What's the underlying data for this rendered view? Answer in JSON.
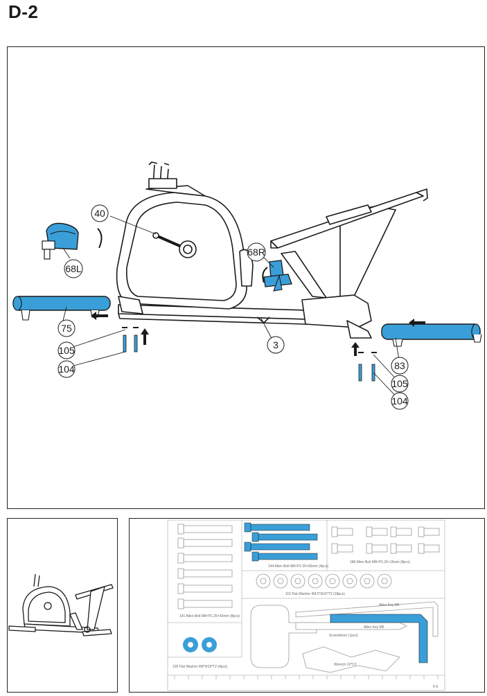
{
  "step": {
    "title": "D-2"
  },
  "callouts": {
    "c40": "40",
    "c68l": "68L",
    "c68r": "68R",
    "c75": "75",
    "c105a": "105",
    "c104a": "104",
    "c3": "3",
    "c83": "83",
    "c105b": "105",
    "c104b": "104"
  },
  "parts": {
    "p141": "141  Allen Bolt  M8×P1.25×42mm  (8pcs)",
    "p144": "144  Allen Bolt  M8×P1.25×60mm  (4pcs)",
    "p180": "180  Allen Bolt  M8×P1.25×16mm  (8pcs)",
    "p115": "115  Flat Washer Φ8.5*Φ16*T2  (18pcs)",
    "p105": "105  Flat Washer Φ8*Φ19*T2  (4pcs)",
    "screwdriver": "Screwdriver (1pcs)",
    "wrench": "Wrench 13*C3",
    "allen_small": "Allen Key  M6",
    "allen_large": "Allen Key  M6",
    "page_no": "5-6"
  },
  "colors": {
    "highlight": "#3a9fd8",
    "line": "#1a1a1a",
    "panel_bg": "#ffffff"
  }
}
